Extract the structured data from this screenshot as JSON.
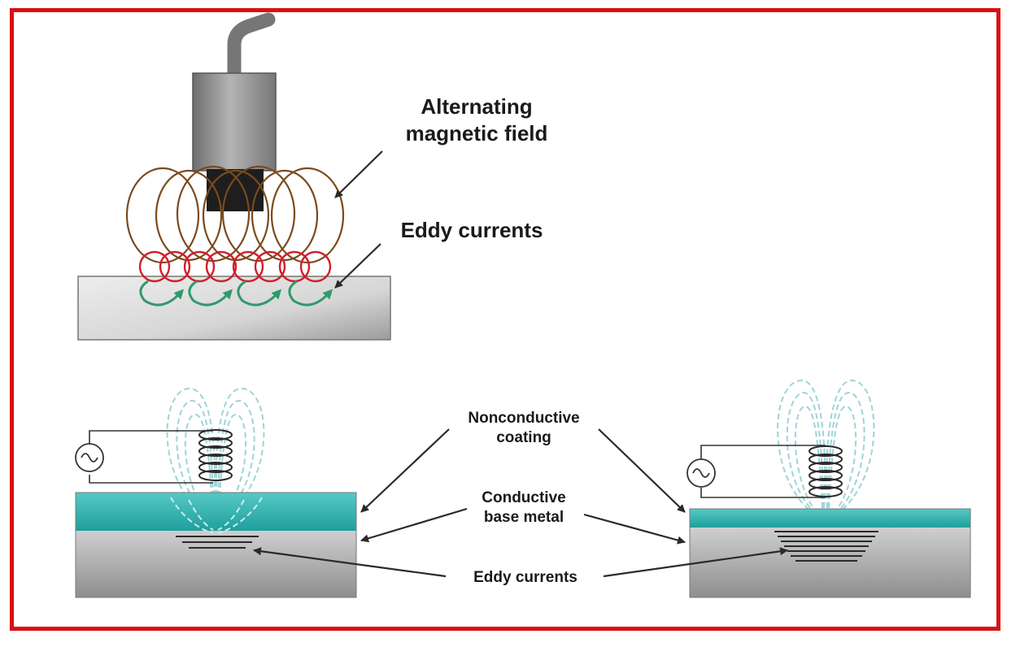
{
  "labels": {
    "alternating_field_line1": "Alternating",
    "alternating_field_line2": "magnetic field",
    "eddy_top": "Eddy currents",
    "nonconductive_line1": "Nonconductive",
    "nonconductive_line2": "coating",
    "conductive_line1": "Conductive",
    "conductive_line2": "base metal",
    "eddy_bottom": "Eddy currents"
  },
  "colors": {
    "frame": "#d90f15",
    "field_loops": "#7a4a1e",
    "eddy_loops": "#d11f2a",
    "eddy_arrows": "#2e9a6a",
    "coating": "#2fb3b0",
    "base_metal": "#a9a9a9",
    "field_lines": "#9fd4d6"
  },
  "icons": {
    "ac_source": "ac-source-icon",
    "coil": "coil-icon",
    "probe": "probe-icon"
  }
}
